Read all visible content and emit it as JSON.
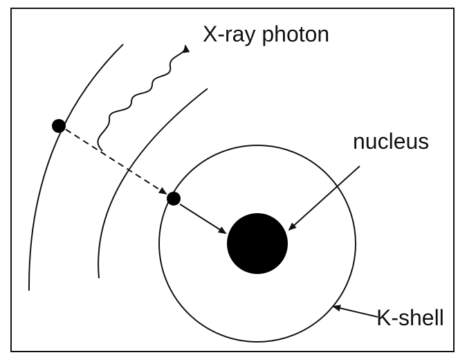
{
  "labels": {
    "photon": "X-ray photon",
    "nucleus": "nucleus",
    "shell": "K-shell"
  },
  "colors": {
    "ink": "#111111",
    "background": "#ffffff"
  }
}
